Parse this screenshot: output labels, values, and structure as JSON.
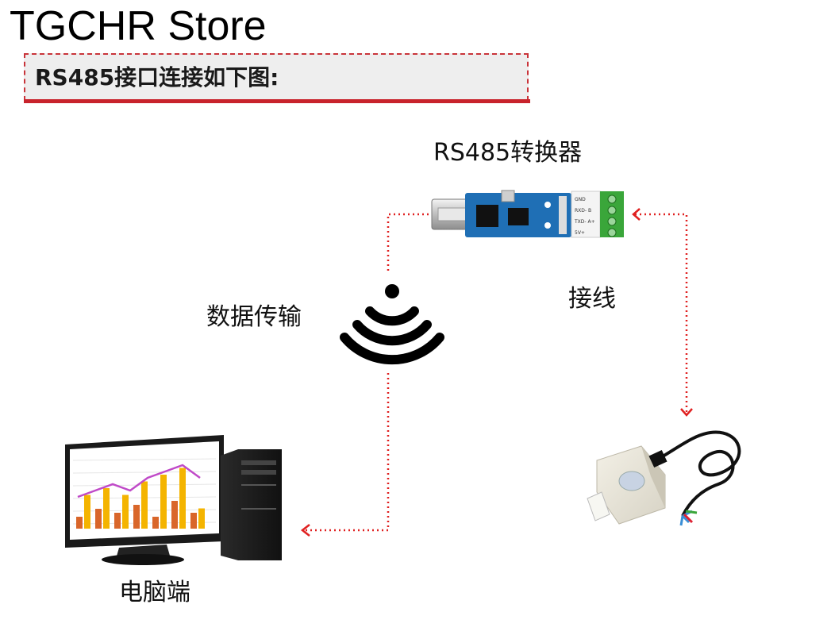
{
  "header": {
    "store_title": "TGCHR Store",
    "banner_text": "RS485接口连接如下图:"
  },
  "labels": {
    "converter": "RS485转换器",
    "wiring": "接线",
    "data_transfer": "数据传输",
    "pc": "电脑端"
  },
  "converter_pins": [
    "GND",
    "RXD- B",
    "TXD- A+",
    "5V+"
  ],
  "colors": {
    "accent_red": "#c8232c",
    "dotted_line": "#e02020",
    "banner_bg": "#eeeeee",
    "pcb_blue": "#1f6fb5",
    "terminal_green": "#3aa63a"
  },
  "chart_on_monitor": {
    "bars_orange": [
      3,
      5,
      4,
      6,
      3,
      7,
      4
    ],
    "bars_yellow": [
      5,
      6,
      5,
      7,
      8,
      9,
      3
    ],
    "line": [
      3,
      4,
      5,
      4,
      6,
      7,
      8,
      6
    ]
  }
}
